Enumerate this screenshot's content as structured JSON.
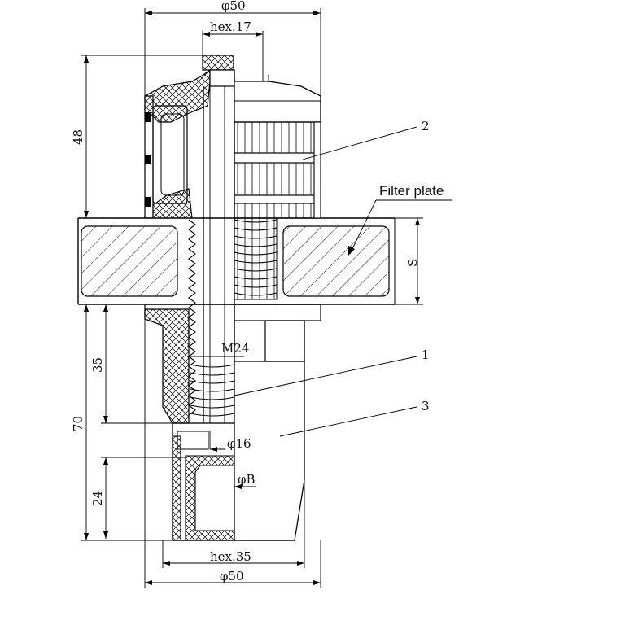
{
  "dimensions": {
    "top_diameter": "φ50",
    "top_hex": "hex.17",
    "height_48": "48",
    "thickness": "S",
    "height_70": "70",
    "length_35": "35",
    "thread": "M24",
    "bore": "φ16",
    "height_24": "24",
    "inner_diameter": "φB",
    "bottom_hex": "hex.35",
    "bottom_diameter": "φ50"
  },
  "callouts": {
    "part_1": "1",
    "part_2": "2",
    "part_3": "3",
    "filter_plate": "Filter plate"
  }
}
